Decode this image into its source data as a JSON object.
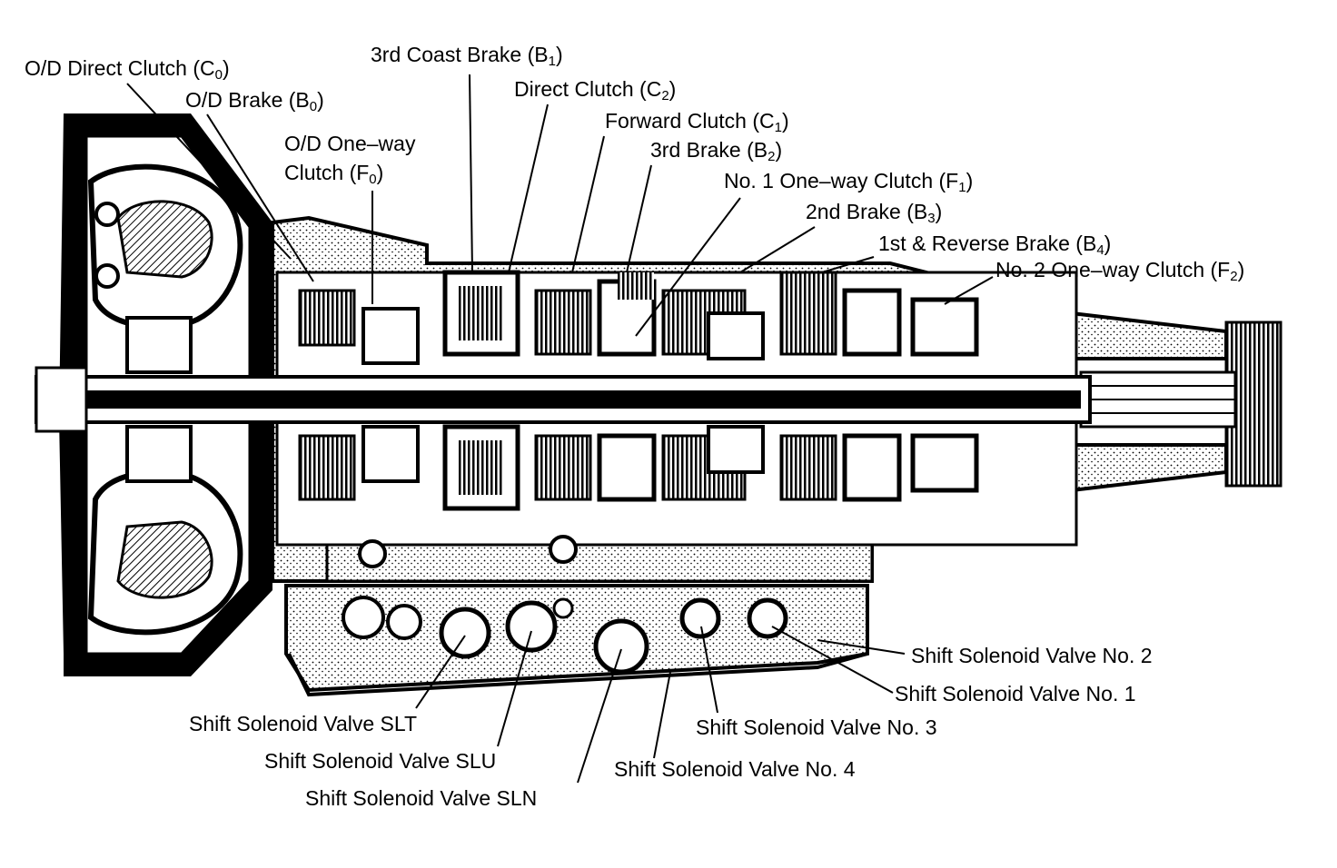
{
  "labels": {
    "c0": {
      "main": "O/D Direct Clutch (C",
      "sub": "0",
      "tail": ")"
    },
    "b0": {
      "main": "O/D Brake (B",
      "sub": "0",
      "tail": ")"
    },
    "f0": {
      "line1": "O/D One–way",
      "main": "Clutch (F",
      "sub": "0",
      "tail": ")"
    },
    "b1": {
      "main": "3rd Coast Brake (B",
      "sub": "1",
      "tail": ")"
    },
    "c2": {
      "main": "Direct Clutch (C",
      "sub": "2",
      "tail": ")"
    },
    "c1": {
      "main": "Forward Clutch (C",
      "sub": "1",
      "tail": ")"
    },
    "b2": {
      "main": "3rd Brake (B",
      "sub": "2",
      "tail": ")"
    },
    "f1": {
      "main": "No. 1 One–way Clutch (F",
      "sub": "1",
      "tail": ")"
    },
    "b3": {
      "main": "2nd Brake (B",
      "sub": "3",
      "tail": ")"
    },
    "b4": {
      "main": "1st & Reverse Brake (B",
      "sub": "4",
      "tail": ")"
    },
    "f2": {
      "main": "No. 2 One–way Clutch (F",
      "sub": "2",
      "tail": ")"
    },
    "ssv2": "Shift Solenoid Valve No. 2",
    "ssv1": "Shift Solenoid Valve No. 1",
    "ssv3": "Shift Solenoid Valve No. 3",
    "ssv4": "Shift Solenoid Valve No. 4",
    "slt": "Shift Solenoid Valve SLT",
    "slu": "Shift Solenoid Valve SLU",
    "sln": "Shift Solenoid Valve SLN"
  },
  "colors": {
    "ink": "#000000",
    "paper": "#ffffff",
    "stipple": "#d6d6d6"
  }
}
